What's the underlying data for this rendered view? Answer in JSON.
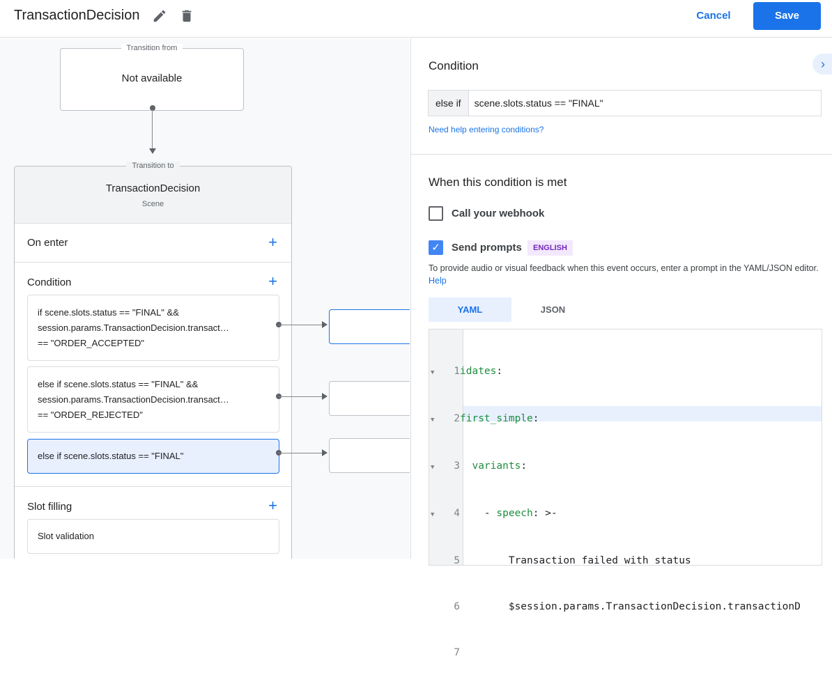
{
  "header": {
    "title": "TransactionDecision",
    "edit_icon": "pencil-icon",
    "delete_icon": "trash-icon",
    "cancel": "Cancel",
    "save": "Save"
  },
  "canvas": {
    "from": {
      "legend": "Transition from",
      "text": "Not available"
    },
    "to": {
      "legend": "Transition to",
      "name": "TransactionDecision",
      "type": "Scene"
    },
    "on_enter": "On enter",
    "condition": "Condition",
    "conditions": [
      {
        "lines": [
          "if scene.slots.status == \"FINAL\" &&",
          "session.params.TransactionDecision.transact…",
          "== \"ORDER_ACCEPTED\""
        ]
      },
      {
        "lines": [
          "else if scene.slots.status == \"FINAL\" &&",
          "session.params.TransactionDecision.transact…",
          "== \"ORDER_REJECTED\""
        ]
      },
      {
        "lines": [
          "else if scene.slots.status == \"FINAL\""
        ]
      }
    ],
    "slot_filling": "Slot filling",
    "slot_validation": "Slot validation"
  },
  "panel": {
    "condition_title": "Condition",
    "prefix": "else if",
    "expression": "scene.slots.status == \"FINAL\"",
    "help_link": "Need help entering conditions?",
    "met_title": "When this condition is met",
    "webhook": {
      "label": "Call your webhook",
      "checked": false
    },
    "prompts": {
      "label": "Send prompts",
      "checked": true,
      "badge": "ENGLISH"
    },
    "desc": "To provide audio or visual feedback when this event occurs, enter a prompt in the YAML/JSON editor.",
    "desc_link": "Help",
    "tabs": [
      {
        "label": "YAML",
        "active": true
      },
      {
        "label": "JSON",
        "active": false
      }
    ],
    "code": [
      {
        "n": "1",
        "key": "idates",
        "rest": ":"
      },
      {
        "n": "2",
        "key": "first_simple",
        "rest": ":"
      },
      {
        "n": "3",
        "indent": "  ",
        "key": "variants",
        "rest": ":"
      },
      {
        "n": "4",
        "indent": "    - ",
        "key": "speech",
        "rest": ": >-"
      },
      {
        "n": "5",
        "text": "        Transaction failed with status"
      },
      {
        "n": "6",
        "text": "        $session.params.TransactionDecision.transactionD"
      },
      {
        "n": "7",
        "text": ""
      }
    ]
  },
  "colors": {
    "accent": "#1a73e8",
    "selected": "#e8f0fe",
    "badge_bg": "#f3e8fd",
    "badge_fg": "#7627bb",
    "code_key": "#1e8e3e"
  }
}
